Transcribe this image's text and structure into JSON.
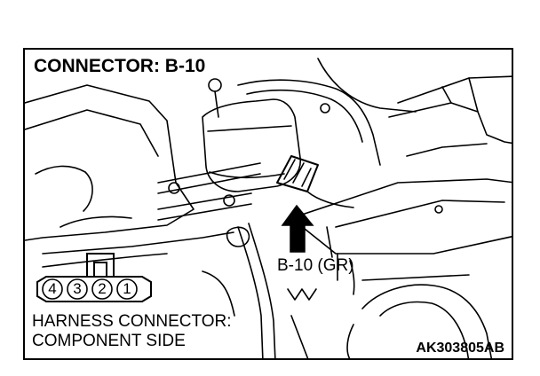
{
  "figure": {
    "title": "CONNECTOR: B-10",
    "connector_label": "B-10 (GR)",
    "caption_line1": "HARNESS CONNECTOR:",
    "caption_line2": "COMPONENT SIDE",
    "figure_id": "AK303805AB",
    "pins": [
      "4",
      "3",
      "2",
      "1"
    ]
  }
}
